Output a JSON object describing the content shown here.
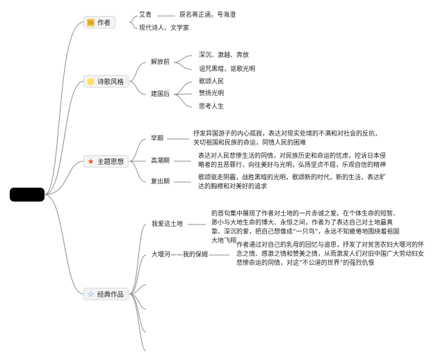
{
  "categories": {
    "author": {
      "label": "作者",
      "icon": "document-icon"
    },
    "style": {
      "label": "诗歌风格",
      "icon": "sun-icon"
    },
    "theme": {
      "label": "主题思想",
      "icon": "star-icon"
    },
    "works": {
      "label": "经典作品",
      "icon": "star-outline-icon"
    }
  },
  "author": {
    "name": "艾青",
    "original_name": "原名蒋正涵，号海澄",
    "identity": "现代诗人、文学家"
  },
  "style": {
    "pre_liberation": {
      "label": "解放前",
      "items": [
        "深沉、激越、奔放",
        "诅咒黑暗，讴歌光明"
      ]
    },
    "post_founding": {
      "label": "建国后",
      "items": [
        "歌颂人民",
        "赞扬光明",
        "思考人生"
      ]
    }
  },
  "theme": {
    "early": {
      "label": "早期",
      "desc": "抒发异国游子的内心孤寂，表达对现实处境的不满和对社会的反抗，关切祖国和民族的命运，同情人民的困难"
    },
    "peak": {
      "label": "高潮期",
      "desc": "表达对人民悲惨生活的同情，对民族历史和命运的忧虑，控诉日本侵略者的丑恶罪行，向往美好与光明，弘扬坚贞不屈，乐观自信的精神"
    },
    "revival": {
      "label": "复出期",
      "desc": "歌颂驱走阴霾，战胜黑暗的光明，歌颂新的时代，新的生活，表达旷达的胸襟和对美好的追求"
    }
  },
  "works": {
    "land": {
      "title": "我爱这土地",
      "desc": "的首句集中展现了作者对土地的一片赤诚之爱。在个体生命的短暂、渺小与大地生命的博大、永恒之间，作者为了表达自己对土地最真挚、深沉的爱，把自己想像成“一只鸟”，永远不知疲倦地围绕着祖国大地飞翔"
    },
    "dayanhe": {
      "title": "大堰河——我的保姆",
      "desc": "作者通过对自己的乳母的回忆与追思，抒发了对贫苦农妇大堰河的怀念之情、感激之情和赞美之情，从而激发人们对旧中国广大劳动妇女悲惨命运的同情，对这“不公道的世界”的强烈仇恨"
    }
  },
  "colors": {
    "line": "#8c8c8c",
    "root": "#000000",
    "node_bg": "#f3f3f3"
  }
}
